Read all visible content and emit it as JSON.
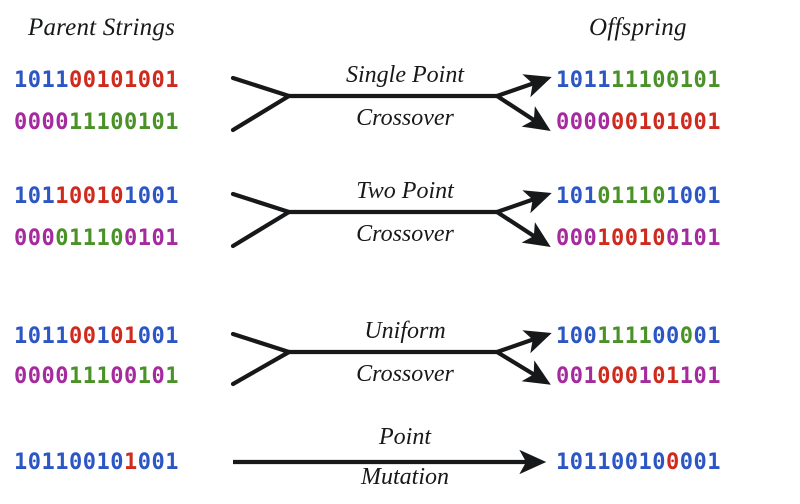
{
  "diagram": {
    "title_left": "Parent Strings",
    "title_right": "Offspring",
    "palette": {
      "blue": "#2b56c4",
      "red": "#cf2a1e",
      "green": "#4a9127",
      "purple": "#a42a9e",
      "black": "#16181a",
      "background": "#ffffff"
    },
    "rows": [
      {
        "id": "single-point-crossover",
        "operator_line1": "Single Point",
        "operator_line2": "Crossover",
        "arrow_style": "fan-in-fan-out",
        "parents": [
          {
            "id": "row1-parent-1",
            "text": "101100101001",
            "segments": [
              {
                "text": "1011",
                "color": "blue"
              },
              {
                "text": "00101001",
                "color": "red"
              }
            ]
          },
          {
            "id": "row1-parent-2",
            "text": "000011100101",
            "segments": [
              {
                "text": "0000",
                "color": "purple"
              },
              {
                "text": "11100101",
                "color": "green"
              }
            ]
          }
        ],
        "offspring": [
          {
            "id": "row1-offspring-1",
            "text": "101111100101",
            "segments": [
              {
                "text": "1011",
                "color": "blue"
              },
              {
                "text": "11100101",
                "color": "green"
              }
            ]
          },
          {
            "id": "row1-offspring-2",
            "text": "000000101001",
            "segments": [
              {
                "text": "0000",
                "color": "purple"
              },
              {
                "text": "00101001",
                "color": "red"
              }
            ]
          }
        ]
      },
      {
        "id": "two-point-crossover",
        "operator_line1": "Two Point",
        "operator_line2": "Crossover",
        "arrow_style": "fan-in-fan-out",
        "parents": [
          {
            "id": "row2-parent-1",
            "text": "101100101001",
            "segments": [
              {
                "text": "101",
                "color": "blue"
              },
              {
                "text": "10010",
                "color": "red"
              },
              {
                "text": "1001",
                "color": "blue"
              }
            ]
          },
          {
            "id": "row2-parent-2",
            "text": "000011100101",
            "segments": [
              {
                "text": "000",
                "color": "purple"
              },
              {
                "text": "01110",
                "color": "green"
              },
              {
                "text": "0101",
                "color": "purple"
              }
            ]
          }
        ],
        "offspring": [
          {
            "id": "row2-offspring-1",
            "text": "101011101001",
            "segments": [
              {
                "text": "101",
                "color": "blue"
              },
              {
                "text": "01110",
                "color": "green"
              },
              {
                "text": "1001",
                "color": "blue"
              }
            ]
          },
          {
            "id": "row2-offspring-2",
            "text": "000100100101",
            "segments": [
              {
                "text": "000",
                "color": "purple"
              },
              {
                "text": "10010",
                "color": "red"
              },
              {
                "text": "0101",
                "color": "purple"
              }
            ]
          }
        ]
      },
      {
        "id": "uniform-crossover",
        "operator_line1": "Uniform",
        "operator_line2": "Crossover",
        "arrow_style": "fan-in-fan-out",
        "parents": [
          {
            "id": "row3-parent-1",
            "text": "101100101001",
            "segments": [
              {
                "text": "1011",
                "color": "blue"
              },
              {
                "text": "00",
                "color": "red"
              },
              {
                "text": "1",
                "color": "blue"
              },
              {
                "text": "01",
                "color": "red"
              },
              {
                "text": "001",
                "color": "blue"
              }
            ]
          },
          {
            "id": "row3-parent-2",
            "text": "000011100101",
            "segments": [
              {
                "text": "0000",
                "color": "purple"
              },
              {
                "text": "111",
                "color": "green"
              },
              {
                "text": "00",
                "color": "purple"
              },
              {
                "text": "1",
                "color": "green"
              },
              {
                "text": "0",
                "color": "purple"
              },
              {
                "text": "1",
                "color": "green"
              }
            ]
          }
        ],
        "offspring": [
          {
            "id": "row3-offspring-1",
            "text": "100111100001",
            "segments": [
              {
                "text": "100",
                "color": "blue"
              },
              {
                "text": "1111",
                "color": "green"
              },
              {
                "text": "00",
                "color": "blue"
              },
              {
                "text": "0",
                "color": "green"
              },
              {
                "text": "01",
                "color": "blue"
              }
            ]
          },
          {
            "id": "row3-offspring-2",
            "text": "001000101101",
            "segments": [
              {
                "text": "001",
                "color": "purple"
              },
              {
                "text": "000",
                "color": "red"
              },
              {
                "text": "1",
                "color": "purple"
              },
              {
                "text": "01",
                "color": "red"
              },
              {
                "text": "101",
                "color": "purple"
              }
            ]
          }
        ]
      },
      {
        "id": "point-mutation",
        "operator_line1": "Point",
        "operator_line2": "Mutation",
        "arrow_style": "straight",
        "parents": [
          {
            "id": "row4-parent-1",
            "text": "101100101001",
            "segments": [
              {
                "text": "10110010",
                "color": "blue"
              },
              {
                "text": "1",
                "color": "red"
              },
              {
                "text": "001",
                "color": "blue"
              }
            ]
          }
        ],
        "offspring": [
          {
            "id": "row4-offspring-1",
            "text": "101100100001",
            "segments": [
              {
                "text": "10110010",
                "color": "blue"
              },
              {
                "text": "0",
                "color": "red"
              },
              {
                "text": "001",
                "color": "blue"
              }
            ]
          }
        ]
      }
    ]
  }
}
